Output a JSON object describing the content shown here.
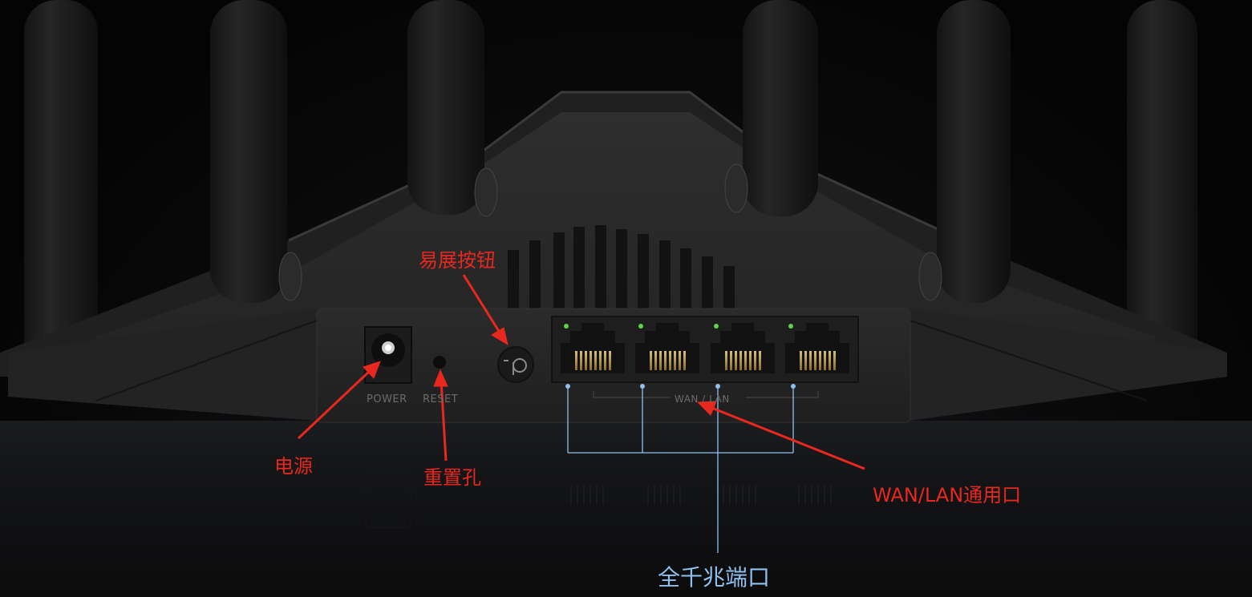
{
  "image": {
    "subject": "wireless router rear panel",
    "antenna_count": 6,
    "ethernet_port_count": 4,
    "colors": {
      "callout_red": "#e8281e",
      "bracket_blue": "#8fc0ee",
      "port_led_green": "#5fd34a",
      "port_pins_gold": "#b89a52",
      "body": "#2a2a2b",
      "background": "#050505"
    }
  },
  "panel_labels": {
    "power": "POWER",
    "reset": "RESET",
    "wan_lan": "WAN / LAN"
  },
  "callouts": {
    "easy_expand_button": "易展按钮",
    "power": "电源",
    "reset_hole": "重置孔",
    "wan_lan_port": "WAN/LAN通用口",
    "gigabit_ports": "全千兆端口"
  },
  "icons": {
    "easy_expand_button_glyph": "p"
  }
}
